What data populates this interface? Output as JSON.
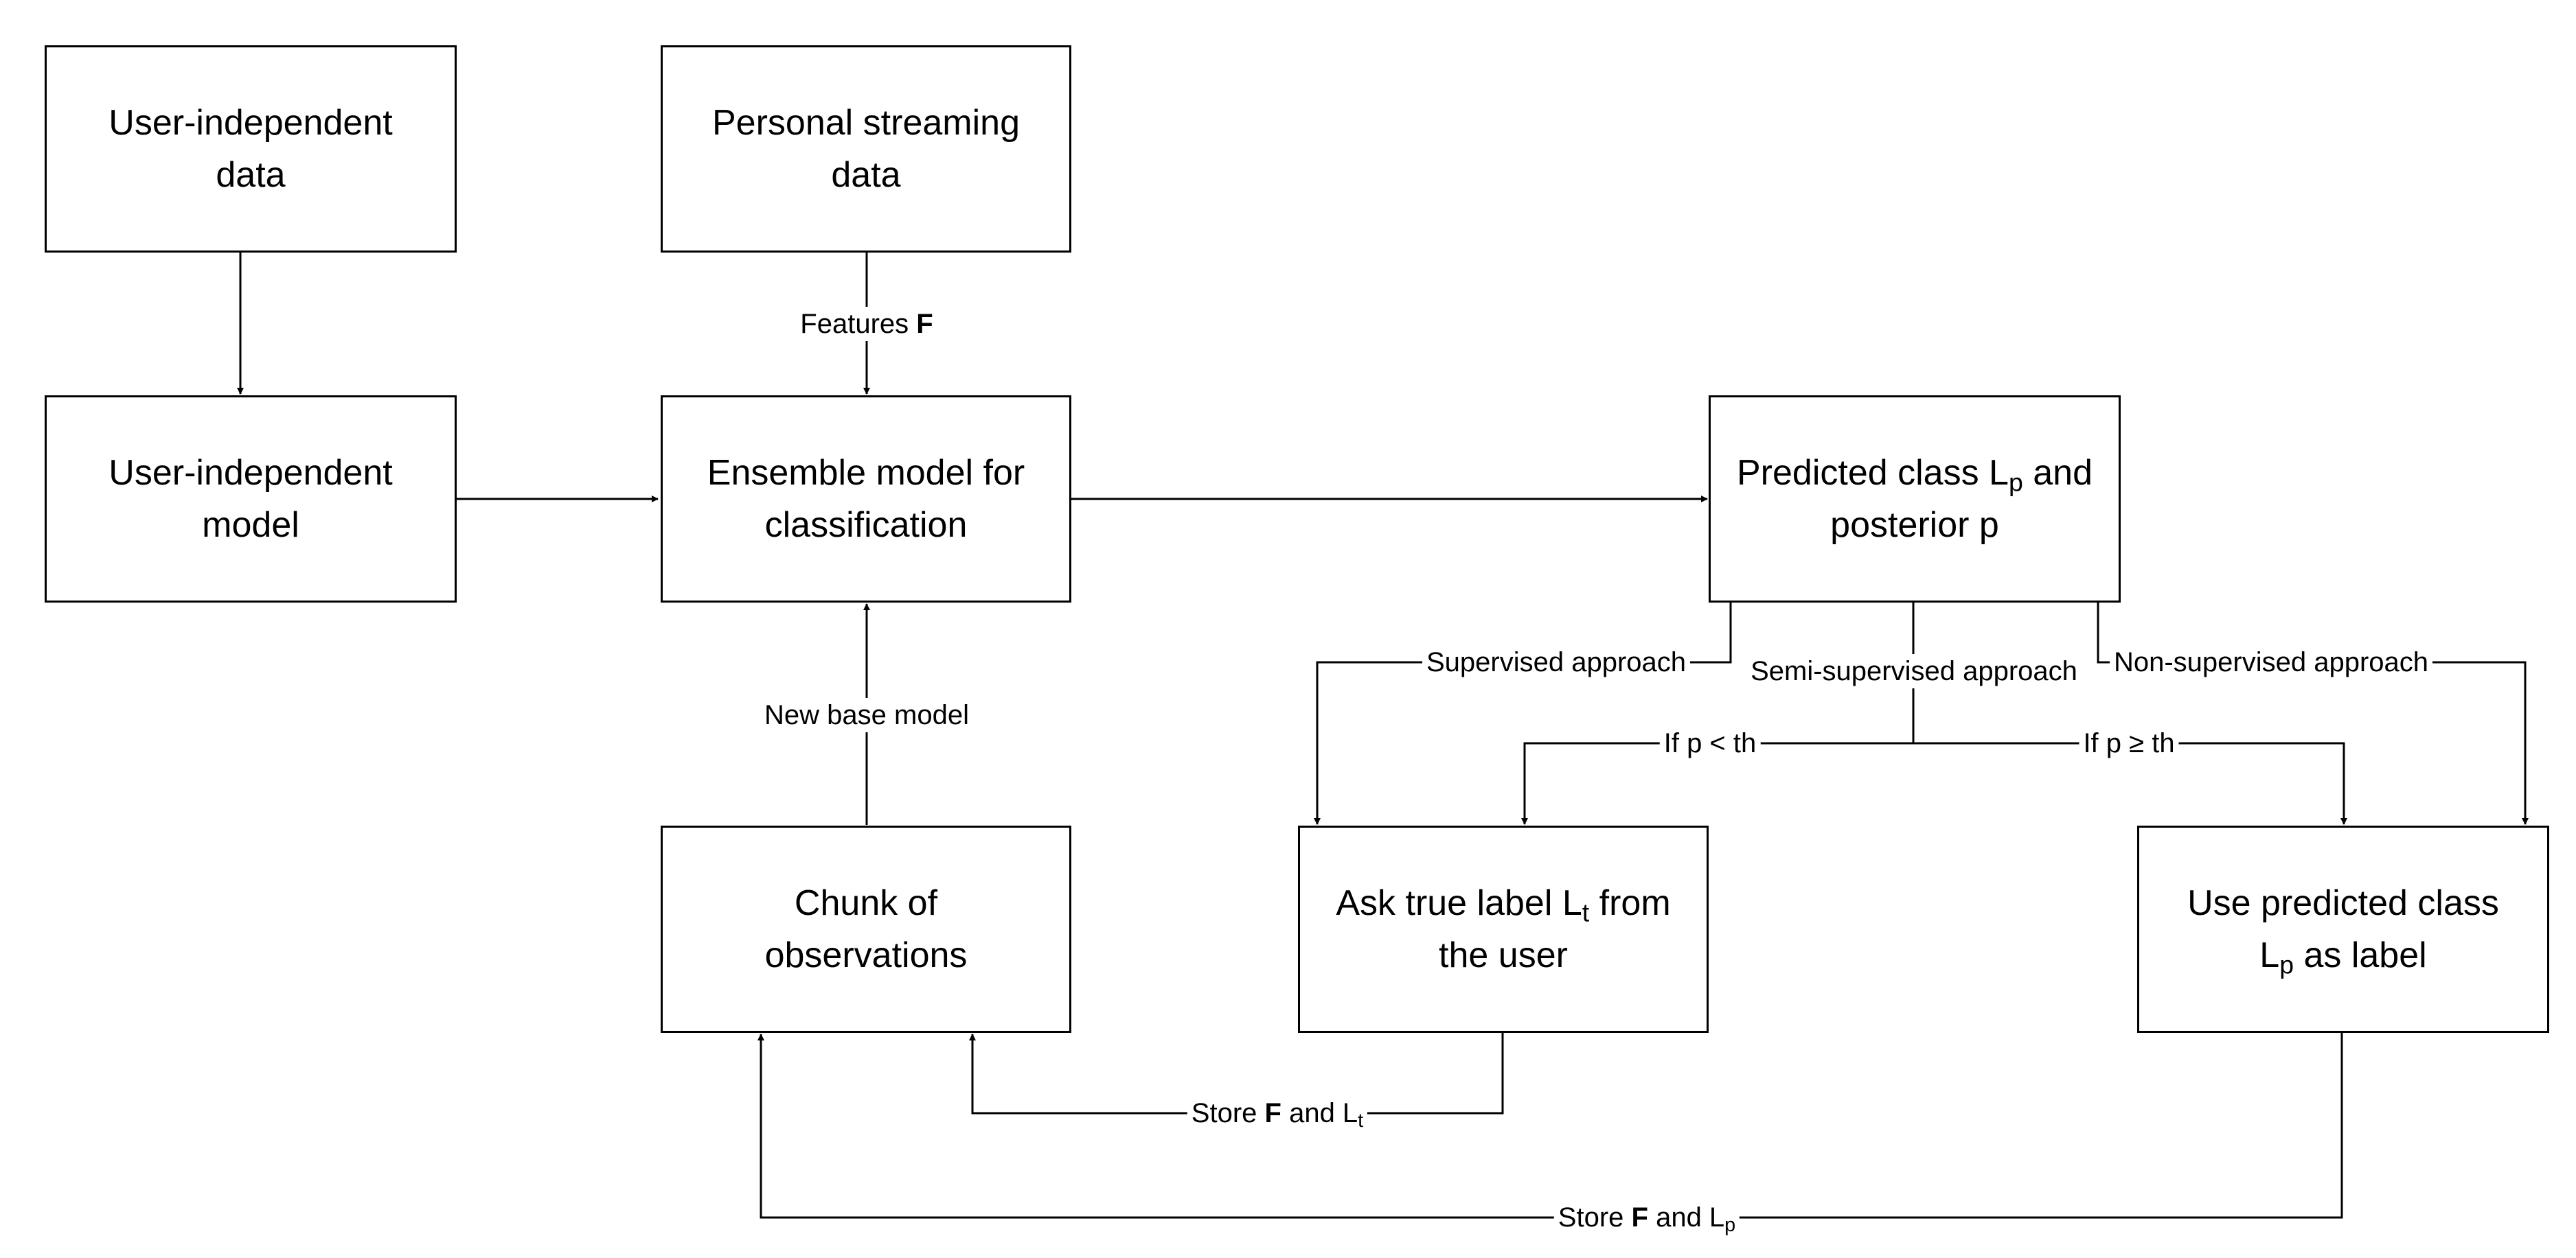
{
  "nodes": {
    "ui_data": {
      "line1": "User-independent",
      "line2": "data"
    },
    "personal_data": {
      "line1": "Personal streaming",
      "line2": "data"
    },
    "ui_model": {
      "line1": "User-independent",
      "line2": "model"
    },
    "ensemble": {
      "line1": "Ensemble model for",
      "line2": "classification"
    },
    "predicted": {
      "line1_a": "Predicted class L",
      "line1_sub": "p",
      "line1_b": " and",
      "line2": "posterior p"
    },
    "chunk": {
      "line1": "Chunk of",
      "line2": "observations"
    },
    "ask": {
      "line1_a": "Ask true label L",
      "line1_sub": "t",
      "line1_b": " from",
      "line2": "the user"
    },
    "use": {
      "line1": "Use predicted class",
      "line2_sub": "p",
      "line2_a": "L",
      "line2_b": " as label"
    }
  },
  "edge_labels": {
    "features": {
      "text": "Features ",
      "bold": "F"
    },
    "new_base": "New base model",
    "supervised": "Supervised approach",
    "semi": "Semi-supervised approach",
    "non_supervised": "Non-supervised approach",
    "if_lt": "If p < th",
    "if_ge": "If p ≥ th",
    "store_lt": {
      "a": "Store ",
      "bold": "F",
      "b": " and L",
      "sub": "t"
    },
    "store_lp": {
      "a": "Store ",
      "bold": "F",
      "b": " and L",
      "sub": "p"
    }
  }
}
